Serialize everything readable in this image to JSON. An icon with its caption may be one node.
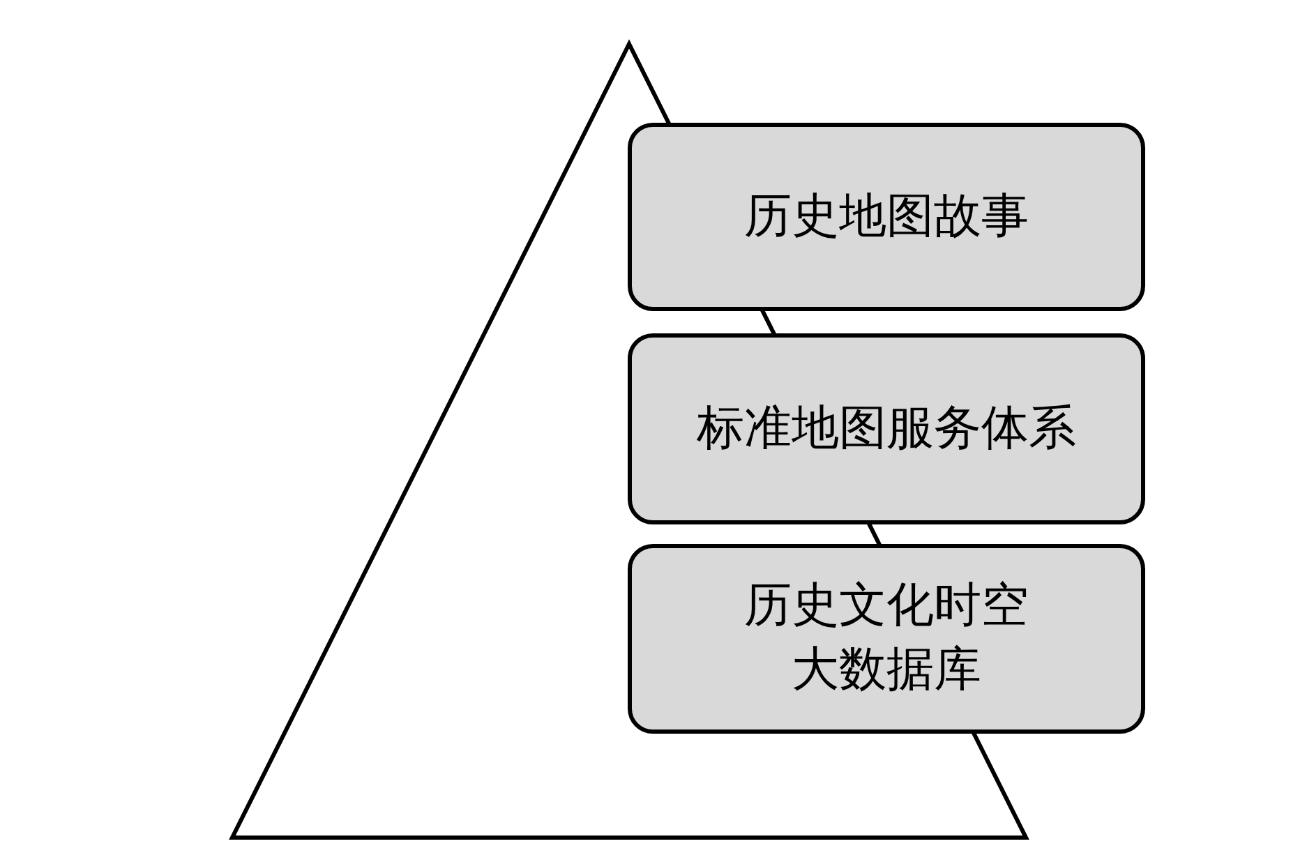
{
  "diagram": {
    "nodes": [
      {
        "text": [],
        "shape": "triangle"
      },
      {
        "text": [
          "历史地图故事"
        ]
      },
      {
        "text": [
          "标准地图服务体系"
        ]
      },
      {
        "text": [
          "历史文化时空大数据库"
        ]
      }
    ]
  }
}
